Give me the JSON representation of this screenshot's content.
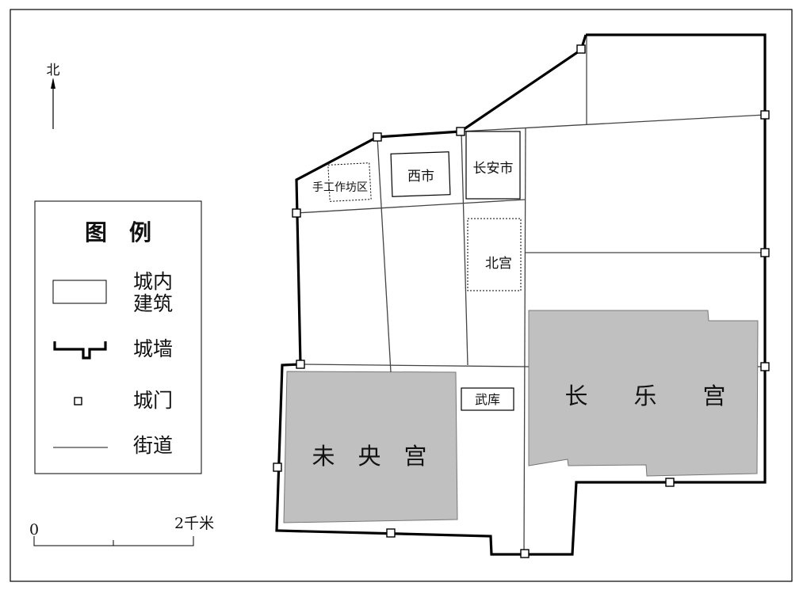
{
  "north_label": "北",
  "legend": {
    "title": "图　例",
    "items": [
      {
        "label_line1": "城内",
        "label_line2": "建筑",
        "symbol": "building-rect"
      },
      {
        "label_line1": "城墙",
        "label_line2": "",
        "symbol": "wall-line"
      },
      {
        "label_line1": "城门",
        "label_line2": "",
        "symbol": "gate-square"
      },
      {
        "label_line1": "街道",
        "label_line2": "",
        "symbol": "street-line"
      }
    ]
  },
  "scale": {
    "start": "0",
    "end": "2千米"
  },
  "places": {
    "workshop": "手工作坊区",
    "west_market": "西市",
    "changan_market": "长安市",
    "north_palace": "北宫",
    "armory": "武库",
    "weiyang_palace": "未　央　宫",
    "changle_palace": "长　　乐　　宫"
  },
  "colors": {
    "palace_fill": "#c0c0c0",
    "wall": "#000000",
    "street": "#444444"
  }
}
